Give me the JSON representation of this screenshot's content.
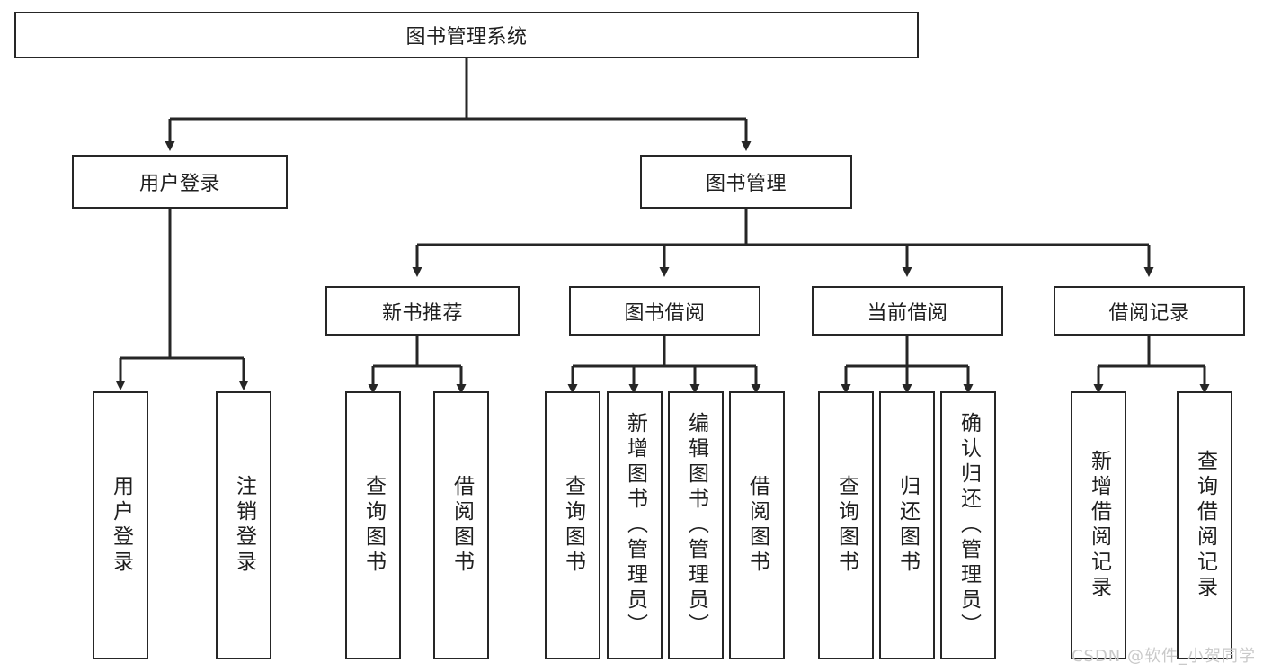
{
  "diagram": {
    "title_node": {
      "label": "图书管理系统"
    },
    "level2": [
      {
        "id": "user-login",
        "label": "用户登录"
      },
      {
        "id": "book-manage",
        "label": "图书管理"
      }
    ],
    "level3": [
      {
        "id": "new-book-recommend",
        "label": "新书推荐"
      },
      {
        "id": "book-borrow",
        "label": "图书借阅"
      },
      {
        "id": "current-borrow",
        "label": "当前借阅"
      },
      {
        "id": "borrow-record",
        "label": "借阅记录"
      }
    ],
    "leaves": [
      {
        "id": "user-login-leaf",
        "label": "用户登录"
      },
      {
        "id": "logout-leaf",
        "label": "注销登录"
      },
      {
        "id": "query-book-1",
        "label": "查询图书"
      },
      {
        "id": "borrow-book-1",
        "label": "借阅图书"
      },
      {
        "id": "query-book-2",
        "label": "查询图书"
      },
      {
        "id": "add-book-admin",
        "label": "新增图书（管理员）"
      },
      {
        "id": "edit-book-admin",
        "label": "编辑图书（管理员）"
      },
      {
        "id": "borrow-book-2",
        "label": "借阅图书"
      },
      {
        "id": "query-book-3",
        "label": "查询图书"
      },
      {
        "id": "return-book",
        "label": "归还图书"
      },
      {
        "id": "confirm-return-admin",
        "label": "确认归还（管理员）"
      },
      {
        "id": "add-borrow-record",
        "label": "新增借阅记录"
      },
      {
        "id": "query-borrow-record",
        "label": "查询借阅记录"
      }
    ],
    "watermark": "CSDN @软件_小贺同学",
    "colors": {
      "stroke": "#262626",
      "fill": "#ffffff",
      "text": "#1f1f1f",
      "watermark": "#c9c9c9"
    }
  }
}
